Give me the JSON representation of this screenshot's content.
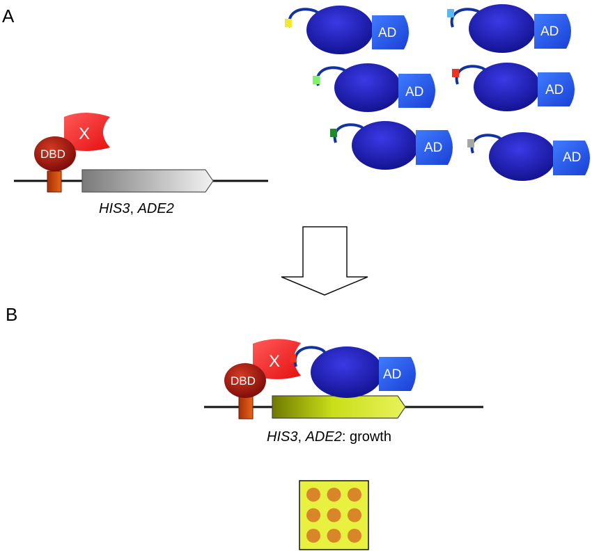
{
  "panels": {
    "a": "A",
    "b": "B"
  },
  "labels": {
    "dbd": "DBD",
    "bait": "X",
    "activation_domain": "AD"
  },
  "reporter_a": {
    "gene1": "HIS3",
    "sep": ", ",
    "gene2": "ADE2"
  },
  "reporter_b": {
    "gene1": "HIS3",
    "sep": ", ",
    "gene2": "ADE2",
    "suffix": ": growth"
  },
  "prey_tag_colors": [
    "#f2e832",
    "#5ab8f0",
    "#7ff26a",
    "#ee3322",
    "#1e8c2e",
    "#a6a6a6"
  ],
  "plate": {
    "rows": 3,
    "cols": 3
  },
  "colors": {
    "prey_body": "#1a1ab5",
    "activation_domain": "#2a5cf0",
    "bait_x": "#ff2a2a",
    "dbd": "#a01010",
    "anchor": "#cc4410",
    "inactive_gene": "#d0d0d0",
    "active_gene": "#c8dc20",
    "plate_bg": "#e8f040",
    "colony": "#d9862a"
  }
}
